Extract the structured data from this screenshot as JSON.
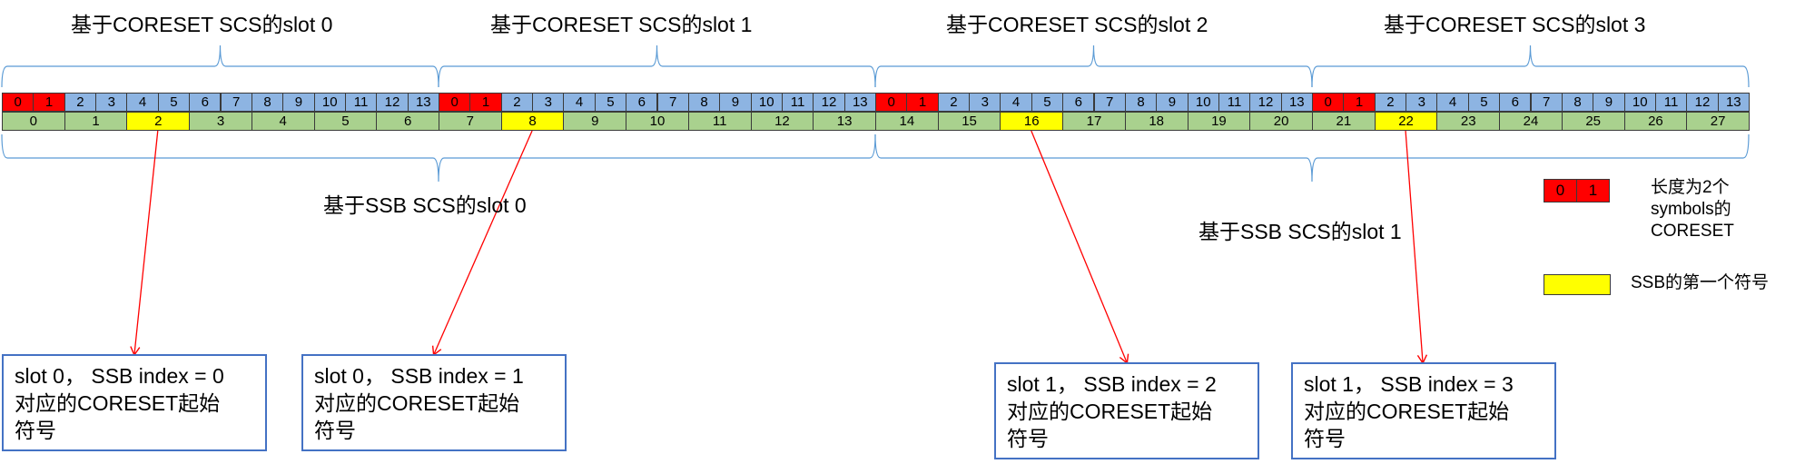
{
  "coreset_slot_titles": [
    "基于CORESET SCS的slot 0",
    "基于CORESET SCS的slot 1",
    "基于CORESET SCS的slot 2",
    "基于CORESET SCS的slot 3"
  ],
  "ssb_slot_titles": [
    "基于SSB SCS的slot 0",
    "基于SSB SCS的slot 1"
  ],
  "coreset_symbols": [
    "0",
    "1",
    "2",
    "3",
    "4",
    "5",
    "6",
    "7",
    "8",
    "9",
    "10",
    "11",
    "12",
    "13"
  ],
  "coreset_symbol_count_per_slot": 14,
  "coreset_highlight_symbols": [
    0,
    1
  ],
  "ssb_symbols": [
    "0",
    "1",
    "2",
    "3",
    "4",
    "5",
    "6",
    "7",
    "8",
    "9",
    "10",
    "11",
    "12",
    "13",
    "14",
    "15",
    "16",
    "17",
    "18",
    "19",
    "20",
    "21",
    "22",
    "23",
    "24",
    "25",
    "26",
    "27"
  ],
  "ssb_highlight_symbols": [
    2,
    8,
    16,
    22
  ],
  "callouts": [
    {
      "line1": "slot 0， SSB index = 0",
      "line2": "对应的CORESET起始",
      "line3": "符号",
      "from_ssb_symbol": 2
    },
    {
      "line1": "slot 0， SSB index = 1",
      "line2": "对应的CORESET起始",
      "line3": "符号",
      "from_ssb_symbol": 8
    },
    {
      "line1": "slot 1， SSB index = 2",
      "line2": "对应的CORESET起始",
      "line3": "符号",
      "from_ssb_symbol": 16
    },
    {
      "line1": "slot 1， SSB index = 3",
      "line2": "对应的CORESET起始",
      "line3": "符号",
      "from_ssb_symbol": 22
    }
  ],
  "legend": {
    "coreset": {
      "labels": [
        "0",
        "1"
      ],
      "text1": "长度为2个",
      "text2": "symbols的",
      "text3": "CORESET"
    },
    "ssb": {
      "text": "SSB的第一个符号"
    }
  },
  "colors": {
    "coreset_highlight": "#ff0000",
    "coreset_symbol": "#8db4e2",
    "ssb_symbol": "#a9d18e",
    "ssb_highlight": "#ffff00",
    "brace": "#5b9bd5",
    "arrow": "#ff0000",
    "callout_border": "#4472c4"
  }
}
